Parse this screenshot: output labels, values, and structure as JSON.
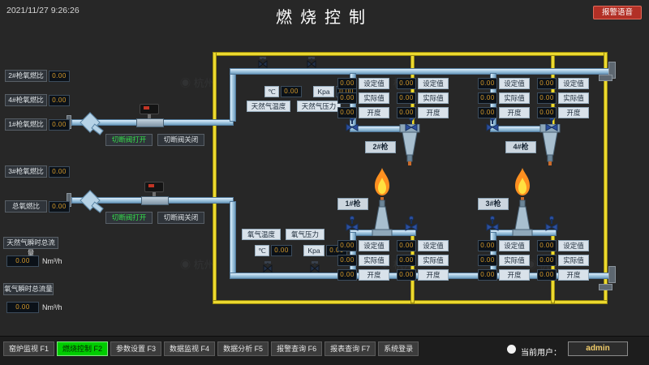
{
  "header": {
    "timestamp": "2021/11/27 9:26:26",
    "title": "燃烧控制",
    "alarm_button": "报警语音"
  },
  "colors": {
    "pipe_blue": "#9cc3dd",
    "pipe_yellow": "#ecd92f",
    "value_gold": "#d79b2a",
    "active_green": "#00cc00",
    "alarm_red": "#b23026",
    "flame_orange": "#ff9020"
  },
  "left_panel": {
    "ratio_rows": [
      {
        "label": "2#枪氧燃比",
        "value": "0.00"
      },
      {
        "label": "4#枪氧燃比",
        "value": "0.00"
      },
      {
        "label": "1#枪氧燃比",
        "value": "0.00"
      },
      {
        "label": "3#枪氧燃比",
        "value": "0.00"
      },
      {
        "label": "总氧燃比",
        "value": "0.00"
      }
    ],
    "flow_rows": [
      {
        "label": "天然气瞬时总流量",
        "value": "0.00",
        "unit": "Nm³/h"
      },
      {
        "label": "氧气瞬时总流量",
        "value": "0.00",
        "unit": "Nm³/h"
      }
    ]
  },
  "valve_station_top": {
    "open": "切断阀打开",
    "closed": "切断阀关闭"
  },
  "valve_station_bottom": {
    "open": "切断阀打开",
    "closed": "切断阀关闭"
  },
  "gas_sensors": {
    "temp_unit": "℃",
    "temp_value": "0.00",
    "temp_label": "天然气温度",
    "press_unit": "Kpa",
    "press_value": "0.00",
    "press_label": "天然气压力"
  },
  "oxy_sensors": {
    "temp_unit": "℃",
    "temp_value": "0.00",
    "temp_label": "氧气温度",
    "press_unit": "Kpa",
    "press_value": "0.00",
    "press_label": "氧气压力"
  },
  "burner_groups": [
    {
      "name": "2#枪",
      "flame": false,
      "panels": [
        {
          "rows": [
            {
              "label": "设定值",
              "value": "0.00"
            },
            {
              "label": "实际值",
              "value": "0.00"
            },
            {
              "label": "开度",
              "value": "0.00"
            }
          ]
        },
        {
          "rows": [
            {
              "label": "设定值",
              "value": "0.00"
            },
            {
              "label": "实际值",
              "value": "0.00"
            },
            {
              "label": "开度",
              "value": "0.00"
            }
          ]
        }
      ]
    },
    {
      "name": "4#枪",
      "flame": false,
      "panels": [
        {
          "rows": [
            {
              "label": "设定值",
              "value": "0.00"
            },
            {
              "label": "实际值",
              "value": "0.00"
            },
            {
              "label": "开度",
              "value": "0.00"
            }
          ]
        },
        {
          "rows": [
            {
              "label": "设定值",
              "value": "0.00"
            },
            {
              "label": "实际值",
              "value": "0.00"
            },
            {
              "label": "开度",
              "value": "0.00"
            }
          ]
        }
      ]
    },
    {
      "name": "1#枪",
      "flame": true,
      "panels": [
        {
          "rows": [
            {
              "label": "设定值",
              "value": "0.00"
            },
            {
              "label": "实际值",
              "value": "0.00"
            },
            {
              "label": "开度",
              "value": "0.00"
            }
          ]
        },
        {
          "rows": [
            {
              "label": "设定值",
              "value": "0.00"
            },
            {
              "label": "实际值",
              "value": "0.00"
            },
            {
              "label": "开度",
              "value": "0.00"
            }
          ]
        }
      ]
    },
    {
      "name": "3#枪",
      "flame": true,
      "panels": [
        {
          "rows": [
            {
              "label": "设定值",
              "value": "0.00"
            },
            {
              "label": "实际值",
              "value": "0.00"
            },
            {
              "label": "开度",
              "value": "0.00"
            }
          ]
        },
        {
          "rows": [
            {
              "label": "设定值",
              "value": "0.00"
            },
            {
              "label": "实际值",
              "value": "0.00"
            },
            {
              "label": "开度",
              "value": "0.00"
            }
          ]
        }
      ]
    }
  ],
  "toolbar": [
    {
      "label": "窑炉监视 F1",
      "active": false
    },
    {
      "label": "燃烧控制 F2",
      "active": true
    },
    {
      "label": "参数设置 F3",
      "active": false
    },
    {
      "label": "数据监视 F4",
      "active": false
    },
    {
      "label": "数据分析 F5",
      "active": false
    },
    {
      "label": "报警查询 F6",
      "active": false
    },
    {
      "label": "报表查询 F7",
      "active": false
    },
    {
      "label": "系统登录",
      "active": false
    }
  ],
  "user_bar": {
    "label": "当前用户：",
    "value": "admin"
  },
  "watermark": {
    "text": "◉ 杭州"
  }
}
